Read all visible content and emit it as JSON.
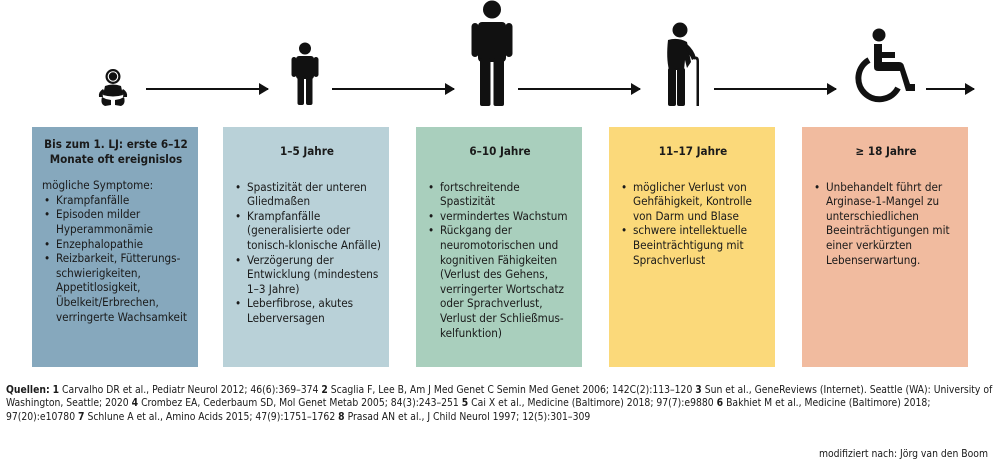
{
  "stages": [
    {
      "title": "Bis zum 1. LJ: erste 6–12 Monate oft ereignislos",
      "intro": "mögliche Symptome:",
      "items": [
        "Krampfanfälle",
        "Episoden milder Hyperammonämie",
        "Enzephalopathie",
        "Reizbarkeit, Fütterungs-schwierigkeiten, Appetitlosigkeit, Übelkeit/Erbrechen, verringerte Wachsamkeit"
      ]
    },
    {
      "title": "1–5 Jahre",
      "items": [
        "Spastizität der unteren Gliedmaßen",
        "Krampfanfälle (generalisierte oder tonisch-klonische Anfälle)",
        "Verzögerung der Entwicklung (mindestens 1–3 Jahre)",
        "Leberfibrose, akutes Leberversagen"
      ]
    },
    {
      "title": "6–10 Jahre",
      "items": [
        "fortschreitende Spastizität",
        "vermindertes Wachstum",
        "Rückgang der neuromotorischen und kognitiven Fähigkeiten (Verlust des Gehens, verringerter Wortschatz oder Sprachverlust, Verlust der Schließmus-kelfunktion)"
      ]
    },
    {
      "title": "11–17 Jahre",
      "items": [
        "möglicher Verlust von Gehfähigkeit, Kontrolle von Darm und Blase",
        "schwere intellektuelle Beeinträchtigung mit Sprachverlust"
      ]
    },
    {
      "title": "≥ 18 Jahre",
      "items": [
        "Unbehandelt führt der Arginase-1-Mangel zu unterschiedlichen Beeinträchtigungen mit einer verkürzten Lebenserwartung."
      ]
    }
  ],
  "sources": {
    "label": "Quellen:",
    "refs": [
      {
        "n": "1",
        "text": "Carvalho DR et al., Pediatr Neurol 2012; 46(6):369–374"
      },
      {
        "n": "2",
        "text": "Scaglia F, Lee B, Am J Med Genet C Semin Med Genet 2006; 142C(2):113–120"
      },
      {
        "n": "3",
        "text": "Sun et al., GeneReviews (Internet). Seattle (WA): University of Washington, Seattle; 2020"
      },
      {
        "n": "4",
        "text": "Crombez EA, Cederbaum SD, Mol Genet Metab 2005; 84(3):243–251"
      },
      {
        "n": "5",
        "text": "Cai X et al., Medicine (Baltimore) 2018; 97(7):e9880"
      },
      {
        "n": "6",
        "text": "Bakhiet M et al., Medicine (Baltimore) 2018; 97(20):e10780"
      },
      {
        "n": "7",
        "text": "Schlune A et al., Amino Acids 2015; 47(9):1751–1762"
      },
      {
        "n": "8",
        "text": "Prasad AN et al., J Child Neurol 1997; 12(5):301–309"
      }
    ]
  },
  "credit": "modifiziert nach: Jörg van den Boom",
  "icons": [
    "baby-icon",
    "child-icon",
    "adult-icon",
    "elderly-icon",
    "wheelchair-icon"
  ],
  "colors": {
    "stage1": "#86a8bd",
    "stage2": "#b9d1d8",
    "stage3": "#a9cfbd",
    "stage4": "#fbd97a",
    "stage5": "#f1bb9f"
  }
}
